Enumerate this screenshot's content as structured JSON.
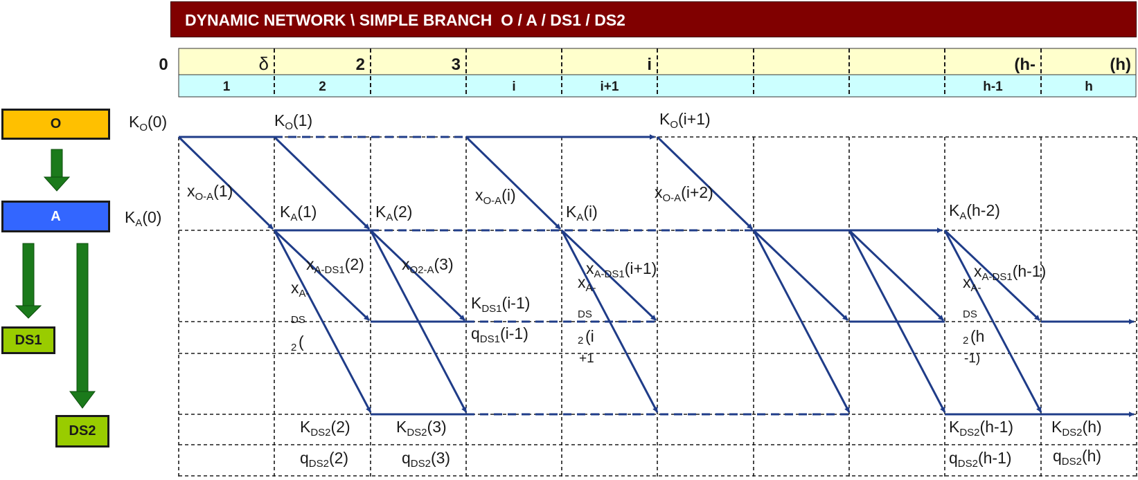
{
  "banner": {
    "title": "DYNAMIC NETWORK \\ SIMPLE BRANCH  O / A / DS1 / DS2"
  },
  "nodes": {
    "o": "O",
    "a": "A",
    "ds1": "DS1",
    "ds2": "DS2"
  },
  "timeline": {
    "origin_label": "0",
    "top_row": [
      "δ",
      "2",
      "3",
      "",
      "i",
      "",
      "",
      "",
      "(h-",
      "(h)"
    ],
    "bottom_row": [
      "1",
      "2",
      "",
      "i",
      "i+1",
      "",
      "",
      "",
      "h-1",
      "h"
    ]
  },
  "labels": {
    "ko0": "K",
    "ko0_sub": "O",
    "ko0_arg": "(0)",
    "ko1": "K",
    "ko1_sub": "O",
    "ko1_arg": "(1)",
    "koi1": "K",
    "koi1_sub": "O",
    "koi1_arg": "(i+1)",
    "ka0": "K",
    "ka0_sub": "A",
    "ka0_arg": "(0)",
    "ka1": "K",
    "ka1_sub": "A",
    "ka1_arg": "(1)",
    "ka2": "K",
    "ka2_sub": "A",
    "ka2_arg": "(2)",
    "kai": "K",
    "kai_sub": "A",
    "kai_arg": "(i)",
    "kah2": "K",
    "kah2_sub": "A",
    "kah2_arg": "(h-2)",
    "xoa1": "x",
    "xoa1_sub": "O-A",
    "xoa1_arg": "(1)",
    "xoai": "x",
    "xoai_sub": "O-A",
    "xoai_arg": "(i)",
    "xoai2": "x",
    "xoai2_sub": "O-A",
    "xoai2_arg": "(i+2)",
    "xads1_2": "x",
    "xads1_2_sub": "A-DS1",
    "xads1_2_arg": "(2)",
    "xo2a3": "x",
    "xo2a3_sub": "O2-A",
    "xo2a3_arg": "(3)",
    "xads1_i1": "x",
    "xads1_i1_sub": "A-DS1",
    "xads1_i1_arg": "(i+1)",
    "xads1_h1": "x",
    "xads1_h1_sub": "A-DS1",
    "xads1_h1_arg": "(h-1)",
    "xads2_a_1": "x",
    "xads2_a_1_sub": "A-",
    "xads2_a_2": "DS",
    "xads2_a_3": "2",
    "xads2_a_4": "(",
    "xads2_b_1": "x",
    "xads2_b_1_sub": "A-",
    "xads2_b_2": "DS",
    "xads2_b_3": "2",
    "xads2_b_4": "(i",
    "xads2_b_5": "+1",
    "xads2_c_1": "x",
    "xads2_c_1_sub": "A-",
    "xads2_c_2": "DS",
    "xads2_c_3": "2",
    "xads2_c_4": "(h",
    "xads2_c_5": "-1)",
    "kds1": "K",
    "kds1_sub": "DS1",
    "kds1_arg": "(i-1)",
    "qds1": "q",
    "qds1_sub": "DS1",
    "qds1_arg": "(i-1)",
    "kds2_2": "K",
    "kds2_2_sub": "DS2",
    "kds2_2_arg": "(2)",
    "kds2_3": "K",
    "kds2_3_sub": "DS2",
    "kds2_3_arg": "(3)",
    "kds2_h1": "K",
    "kds2_h1_sub": "DS2",
    "kds2_h1_arg": "(h-1)",
    "kds2_h": "K",
    "kds2_h_sub": "DS2",
    "kds2_h_arg": "(h)",
    "qds2_2": "q",
    "qds2_2_sub": "DS2",
    "qds2_2_arg": "(2)",
    "qds2_3": "q",
    "qds2_3_sub": "DS2",
    "qds2_3_arg": "(3)",
    "qds2_h1": "q",
    "qds2_h1_sub": "DS2",
    "qds2_h1_arg": "(h-1)",
    "qds2_h": "q",
    "qds2_h_sub": "DS2",
    "qds2_h_arg": "(h)"
  },
  "colors": {
    "banner": "#800000",
    "timeline_top": "#ffffcc",
    "timeline_bottom": "#ccffff",
    "node_o": "#ffc000",
    "node_a": "#3366ff",
    "node_ds": "#99cc00",
    "flow_arrow": "#1f3c88",
    "link_arrow": "#1b7a1b"
  }
}
